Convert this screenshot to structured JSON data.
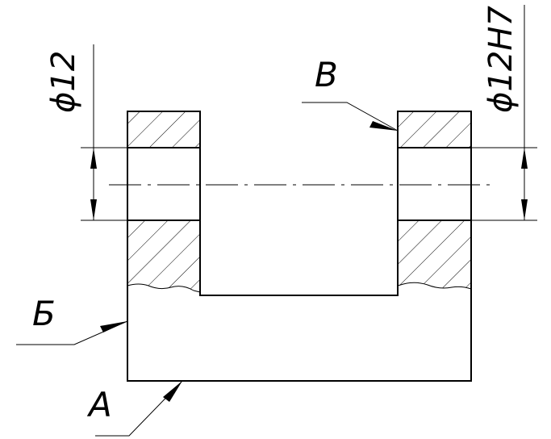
{
  "drawing": {
    "dimensions": {
      "left_diameter": "ϕ12",
      "right_diameter": "ϕ12H7"
    },
    "surface_labels": {
      "a": "А",
      "b": "Б",
      "v": "В"
    }
  }
}
